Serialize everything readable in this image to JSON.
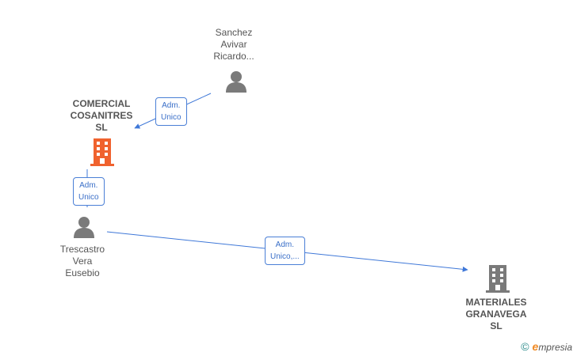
{
  "nodes": {
    "sanchez": {
      "label": [
        "Sanchez",
        "Avivar",
        "Ricardo..."
      ]
    },
    "comercial": {
      "label": [
        "COMERCIAL",
        "COSANITRES",
        "SL"
      ]
    },
    "trescastro": {
      "label": [
        "Trescastro",
        "Vera",
        "Eusebio"
      ]
    },
    "materiales": {
      "label": [
        "MATERIALES",
        "GRANAVEGA",
        "SL"
      ]
    }
  },
  "edges": {
    "sanchez_to_comercial": {
      "label": [
        "Adm.",
        "Unico"
      ]
    },
    "trescastro_to_comercial": {
      "label": [
        "Adm.",
        "Unico"
      ]
    },
    "trescastro_to_materiales": {
      "label": [
        "Adm.",
        "Unico,..."
      ]
    }
  },
  "colors": {
    "edge": "#3f78d8",
    "person_icon": "#7a7a7a",
    "company_highlight": "#f0622e",
    "company_default": "#7a7a7a"
  },
  "brand": {
    "copyright": "©",
    "initial": "e",
    "rest": "mpresia"
  }
}
